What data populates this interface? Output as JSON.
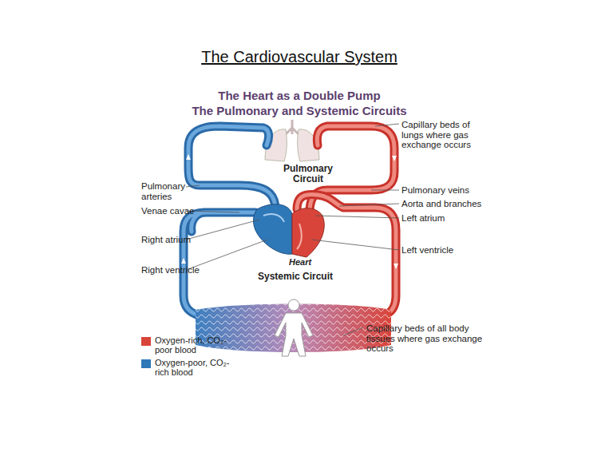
{
  "diagram": {
    "title": "The Cardiovascular System",
    "labels": [
      "The Heart as a Double Pump",
      "The Pulmonary and Systemic Circuits",
      "Capillary beds of lungs where gas exchange occurs",
      "Pulmonary Circuit",
      "Pulmonary arteries",
      "Pulmonary veins",
      "Venae cavae",
      "Aorta and branches",
      "Left atrium",
      "Right atrium",
      "Left ventricle",
      "Right ventricle",
      "Heart",
      "Systemic Circuit",
      "Capillary beds of all body tissues where gas exchange occurs"
    ],
    "legend": [
      {
        "text": "Oxygen-rich, CO₂-poor blood",
        "color": "#d9443a"
      },
      {
        "text": "Oxygen-poor, CO₂-rich blood",
        "color": "#2e78b8"
      }
    ]
  }
}
